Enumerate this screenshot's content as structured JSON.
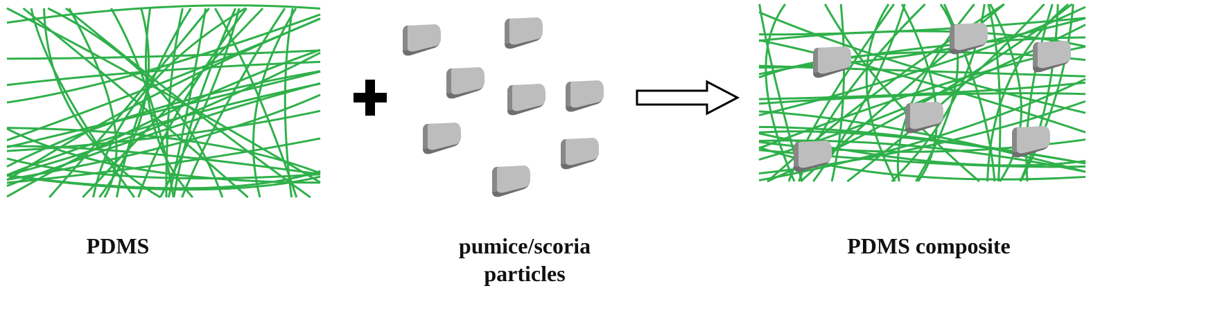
{
  "labels": {
    "pdms": "PDMS",
    "particles": "pumice/scoria particles",
    "particles_line1": "pumice/scoria",
    "particles_line2": "particles",
    "composite": "PDMS composite"
  },
  "operators": {
    "plus": "plus-sign",
    "arrow": "hollow-right-arrow"
  },
  "colors": {
    "fiber": "#2fb04a",
    "particle_face": "#bdbdbd",
    "particle_shadow": "#6e6e6e",
    "particle_side": "#888888",
    "text": "#111111"
  }
}
